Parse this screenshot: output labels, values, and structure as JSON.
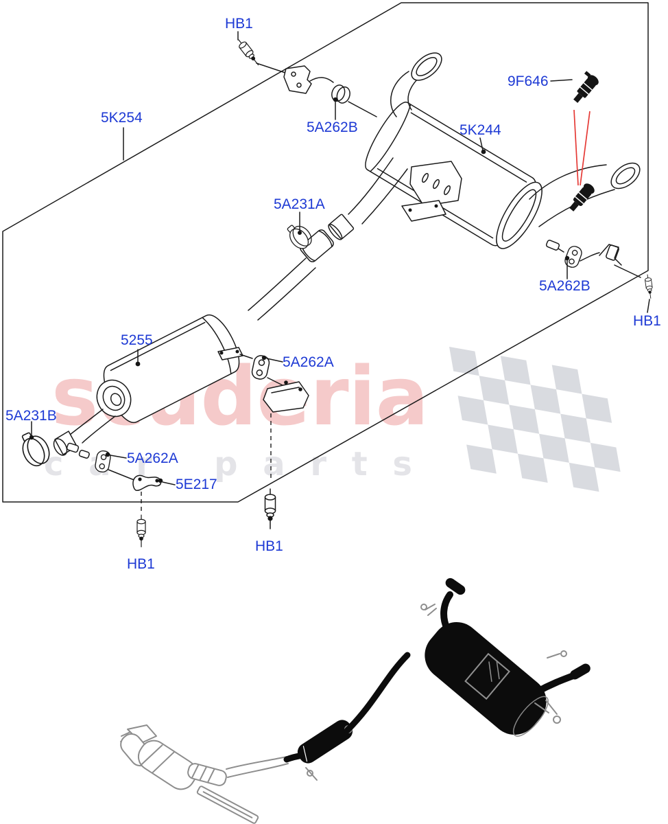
{
  "diagram_title": "Exhaust system parts diagram",
  "colors": {
    "label": "#1d39d4",
    "line": "#1a1a1a",
    "arrow_red": "#e53935",
    "watermark_brand": "#f5caca",
    "watermark_tagline": "#e4e4e8",
    "flag_gray": "#d9dbe0"
  },
  "watermark": {
    "brand": "scuderia",
    "tagline": "car parts"
  },
  "labels": [
    {
      "id": "hb1-top",
      "text": "HB1"
    },
    {
      "id": "5k254",
      "text": "5K254"
    },
    {
      "id": "5a262b-upper",
      "text": "5A262B"
    },
    {
      "id": "5k244",
      "text": "5K244"
    },
    {
      "id": "9f646",
      "text": "9F646"
    },
    {
      "id": "5a231a",
      "text": "5A231A"
    },
    {
      "id": "5a262b-right",
      "text": "5A262B"
    },
    {
      "id": "hb1-right",
      "text": "HB1"
    },
    {
      "id": "5255",
      "text": "5255"
    },
    {
      "id": "5a262a-upper",
      "text": "5A262A"
    },
    {
      "id": "5a231b",
      "text": "5A231B"
    },
    {
      "id": "5a262a-lower",
      "text": "5A262A"
    },
    {
      "id": "5e217",
      "text": "5E217"
    },
    {
      "id": "hb1-bottom-mid",
      "text": "HB1"
    },
    {
      "id": "hb1-bottom-left",
      "text": "HB1"
    }
  ]
}
